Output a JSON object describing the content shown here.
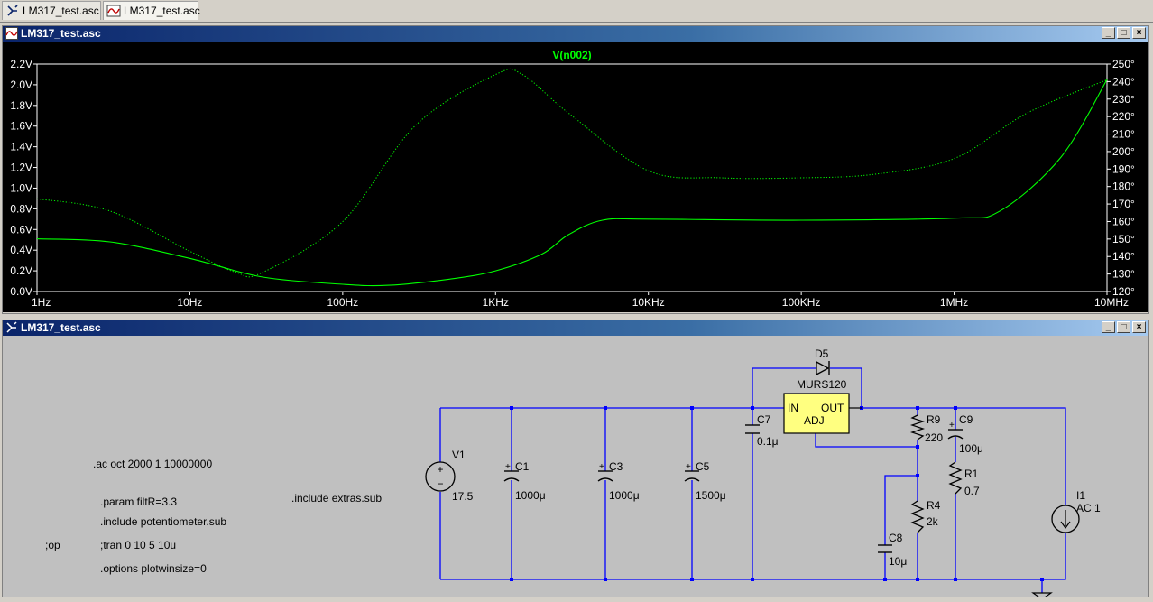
{
  "tabs": [
    {
      "label": "LM317_test.asc",
      "icon": "schematic-icon"
    },
    {
      "label": "LM317_test.asc",
      "icon": "waveform-icon"
    }
  ],
  "plot_window": {
    "title": "LM317_test.asc"
  },
  "schematic_window": {
    "title": "LM317_test.asc"
  },
  "window_controls": {
    "minimize": "_",
    "restore": "□",
    "close": "×"
  },
  "colors": {
    "trace": "#00ff00",
    "wire": "#0000ff",
    "plot_bg": "#000000",
    "schematic_bg": "#c0c0c0",
    "component_fill": "#ffff80"
  },
  "chart_data": {
    "type": "line",
    "title": "V(n002)",
    "xscale": "log",
    "xlim": [
      1,
      10000000
    ],
    "xticks": [
      "1Hz",
      "10Hz",
      "100Hz",
      "1KHz",
      "10KHz",
      "100KHz",
      "1MHz",
      "10MHz"
    ],
    "ylim_left": [
      0,
      2.2
    ],
    "yticks_left": [
      "0.0V",
      "0.2V",
      "0.4V",
      "0.6V",
      "0.8V",
      "1.0V",
      "1.2V",
      "1.4V",
      "1.6V",
      "1.8V",
      "2.0V",
      "2.2V"
    ],
    "ylim_right": [
      120,
      250
    ],
    "yticks_right": [
      "120°",
      "130°",
      "140°",
      "150°",
      "160°",
      "170°",
      "180°",
      "190°",
      "200°",
      "210°",
      "220°",
      "230°",
      "240°",
      "250°"
    ],
    "series": [
      {
        "name": "magnitude",
        "axis": "left",
        "style": "solid",
        "x": [
          1,
          3,
          10,
          30,
          100,
          200,
          500,
          1000,
          2000,
          3000,
          5000,
          10000,
          100000,
          1000000,
          2000000,
          5000000,
          10000000
        ],
        "y": [
          0.51,
          0.48,
          0.32,
          0.14,
          0.07,
          0.06,
          0.12,
          0.2,
          0.36,
          0.55,
          0.69,
          0.7,
          0.69,
          0.71,
          0.78,
          1.3,
          2.05
        ]
      },
      {
        "name": "phase",
        "axis": "right",
        "style": "dotted",
        "x": [
          1,
          3,
          10,
          20,
          30,
          100,
          300,
          1000,
          1500,
          3000,
          10000,
          30000,
          100000,
          300000,
          1000000,
          3000000,
          10000000
        ],
        "y": [
          173,
          166,
          143,
          131,
          131,
          160,
          215,
          244,
          244,
          222,
          189,
          185,
          185,
          187,
          196,
          222,
          241
        ]
      }
    ]
  },
  "directives": [
    ".ac oct 2000 1 10000000",
    ".param filtR=3.3",
    ".include potentiometer.sub",
    ";op",
    ";tran 0 10 5 10u",
    ".options plotwinsize=0",
    ".include extras.sub"
  ],
  "components": {
    "v1": {
      "name": "V1",
      "value": "17.5"
    },
    "c1": {
      "name": "C1",
      "value": "1000μ"
    },
    "c3": {
      "name": "C3",
      "value": "1000μ"
    },
    "c5": {
      "name": "C5",
      "value": "1500μ"
    },
    "c7": {
      "name": "C7",
      "value": "0.1μ"
    },
    "d5": {
      "name": "D5",
      "value": "MURS120"
    },
    "u1": {
      "in": "IN",
      "out": "OUT",
      "adj": "ADJ"
    },
    "r9": {
      "name": "R9",
      "value": "220"
    },
    "c9": {
      "name": "C9",
      "value": "100μ"
    },
    "r1": {
      "name": "R1",
      "value": "0.7"
    },
    "r4": {
      "name": "R4",
      "value": "2k"
    },
    "c8": {
      "name": "C8",
      "value": "10μ"
    },
    "i1": {
      "name": "I1",
      "value": "AC 1"
    }
  }
}
